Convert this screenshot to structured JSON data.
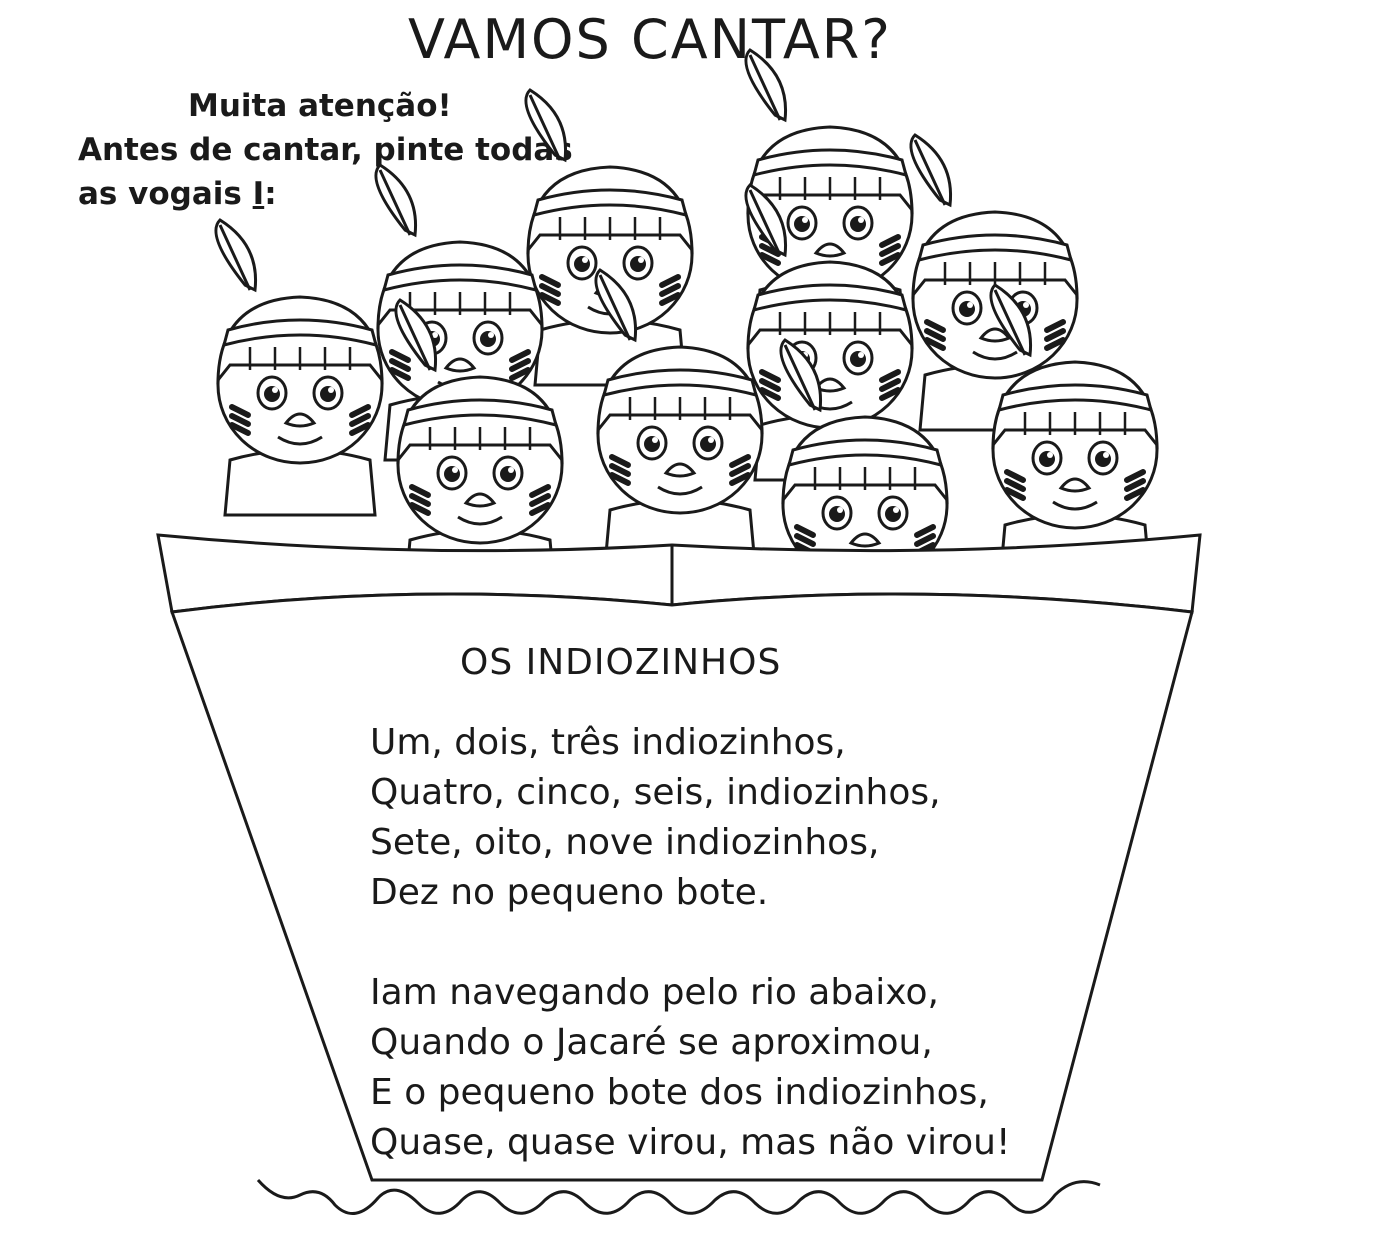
{
  "title": "VAMOS CANTAR?",
  "instructions": {
    "line1": "Muita atenção!",
    "line2": "Antes de cantar, pinte todas",
    "line3_prefix": "as vogais ",
    "line3_letter": "I",
    "line3_suffix": ":"
  },
  "illustration": {
    "subject": "indiozinhos-in-boat",
    "child_count": 10
  },
  "song": {
    "title": "OS INDIOZINHOS",
    "stanza1": [
      "Um, dois, três indiozinhos,",
      "Quatro, cinco, seis, indiozinhos,",
      "Sete, oito, nove indiozinhos,",
      "Dez no pequeno bote."
    ],
    "stanza2": [
      "Iam navegando pelo rio abaixo,",
      "Quando o Jacaré se aproximou,",
      "E o pequeno bote dos indiozinhos,",
      "Quase, quase virou, mas não virou!"
    ]
  }
}
